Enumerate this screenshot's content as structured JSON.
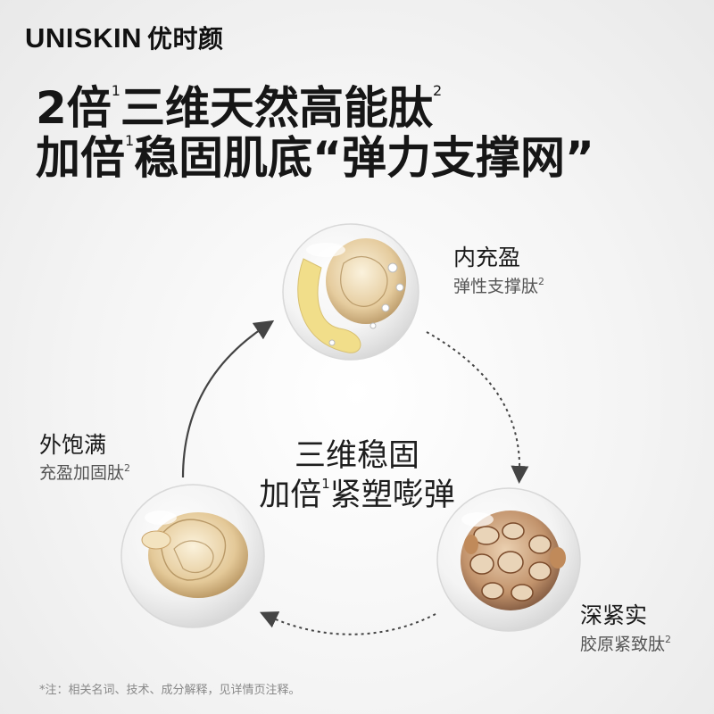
{
  "brand": {
    "latin": "UNISKIN",
    "cn": "优时颜"
  },
  "headline": {
    "line1_pre": "2倍",
    "line1_sup1": "1",
    "line1_main": "三维天然高能肽",
    "line1_sup2": "2",
    "line2_pre": "加倍",
    "line2_sup": "1",
    "line2_main": "稳固肌底“弹力支撑网”"
  },
  "center": {
    "line1": "三维稳固",
    "line2_pre": "加倍",
    "line2_sup": "1",
    "line2_main": "紧塑嘭弹"
  },
  "nodes": [
    {
      "title": "内充盈",
      "subtitle": "弹性支撑肽",
      "sup": "2"
    },
    {
      "title": "深紧实",
      "subtitle": "胶原紧致肽",
      "sup": "2"
    },
    {
      "title": "外饱满",
      "subtitle": "充盈加固肽",
      "sup": "2"
    }
  ],
  "footnote": "*注：相关名词、技术、成分解释，见详情页注释。",
  "colors": {
    "text": "#1a1a1a",
    "sub_text": "#555555",
    "arrow": "#444444",
    "gold": "#c9a36a",
    "yellow": "#f1de8a",
    "bronze": "#b07a4e"
  }
}
